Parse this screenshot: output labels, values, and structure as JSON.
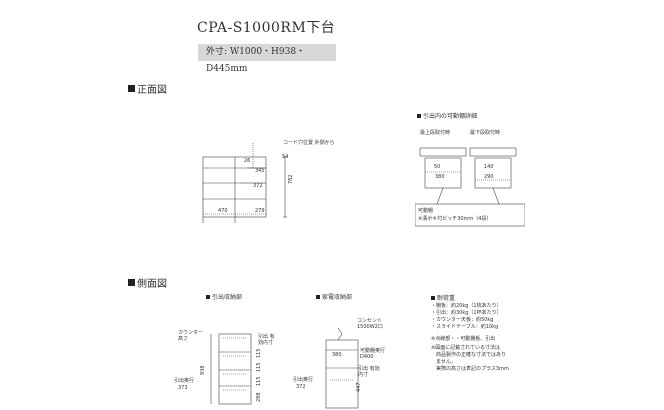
{
  "header": {
    "title": "CPA-S1000RM下台",
    "dimensions": "外寸: W1000・H938・D445mm"
  },
  "front": {
    "heading": "正面図",
    "cord_note": "コード穴位置 外側から",
    "dim_26": "26",
    "dim_54": "54",
    "dim_345": "345",
    "dim_372": "372",
    "dim_470": "470",
    "dim_279": "279",
    "dim_782": "782"
  },
  "drawer": {
    "heading": "引出内の可動棚詳細",
    "top_label": "最上段取付時",
    "bottom_label": "最下段取付時",
    "dim_50": "50",
    "dim_380": "380",
    "dim_140": "140",
    "dim_290": "290",
    "note_title": "可動棚",
    "note_body": "※溝ボキ付ピッチ30mm（4段）"
  },
  "side": {
    "heading": "側面図",
    "panel1_title": "引出収納部",
    "counter_label": "カウンター 高さ",
    "drawer_height_label": "引出 有効内寸",
    "pull_label": "引出奥行",
    "dim_373": "373",
    "dim_938": "938",
    "dims_right": [
      "115",
      "115",
      "115",
      "288"
    ],
    "panel2_title": "家電収納部",
    "outlet_label": "コンセント 1500W2口",
    "shelf_label": "可動棚奥行",
    "shelf_depth": "D400",
    "dim_380": "380",
    "pull_depth_label": "引出奥行",
    "dim_372": "372",
    "inner_label": "引出 有効内寸",
    "dim_447": "447"
  },
  "specs": {
    "heading": "耐荷重",
    "lines": [
      "・棚板：約20kg（1枚あたり）",
      "・引出：約30kg（1杯あたり）",
      "・カウンター天板：約50kg",
      "・スライドテーブル：約10kg",
      "※点線部・・可動棚板、引出",
      "※図面に記載されている寸法は",
      "　商品製作の正確な寸法ではあり",
      "　ません。",
      "　実際の高さは表記のプラス3mm"
    ]
  }
}
